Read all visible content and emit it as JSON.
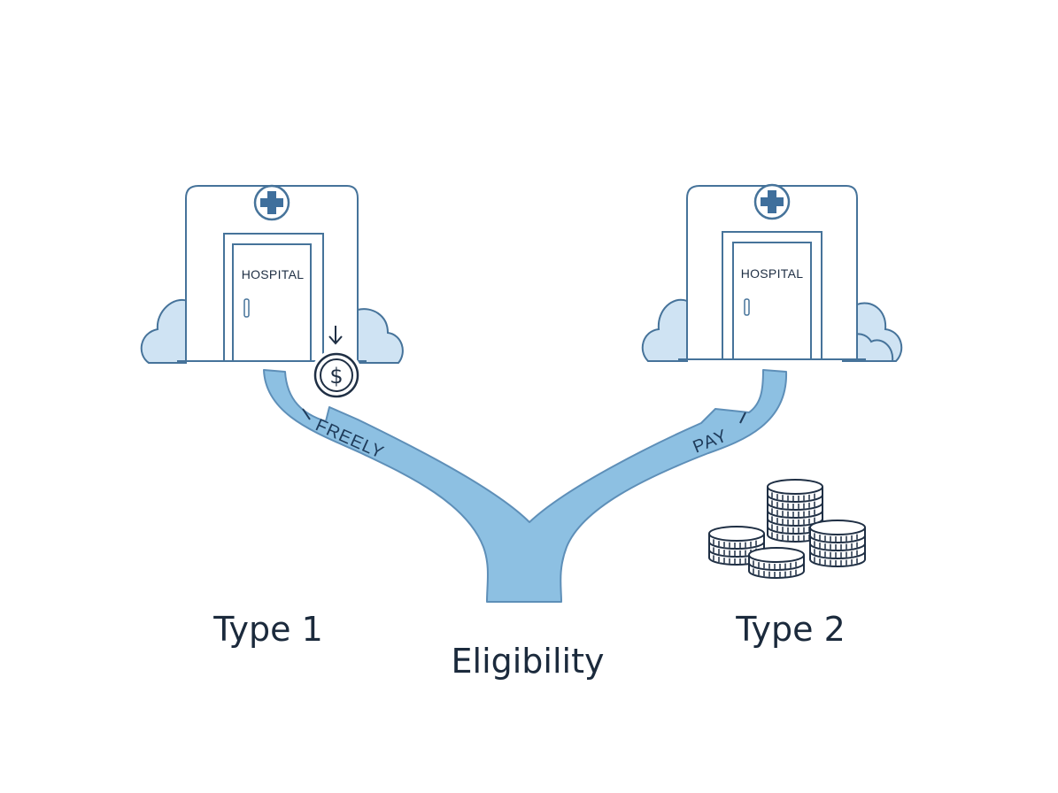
{
  "colors": {
    "line": "#46739a",
    "dark": "#1f2f44",
    "flow": "#8dc0e2",
    "flow_edge": "#5e8fb8",
    "cloud": "#cfe3f3",
    "cross": "#3f6f9c"
  },
  "left_hospital": {
    "sign": "HOSPITAL",
    "icon": "medical-cross-icon"
  },
  "right_hospital": {
    "sign": "HOSPITAL",
    "icon": "medical-cross-icon"
  },
  "coin_badge": {
    "symbol": "$",
    "icon": "dollar-coin-icon",
    "arrow_icon": "down-arrow-icon"
  },
  "flow": {
    "left_label": "FREELY",
    "right_label": "PAY"
  },
  "labels": {
    "type1": "Type 1",
    "type2": "Type 2",
    "center": "Eligibility"
  },
  "coins": {
    "icon": "coin-stacks-icon"
  }
}
